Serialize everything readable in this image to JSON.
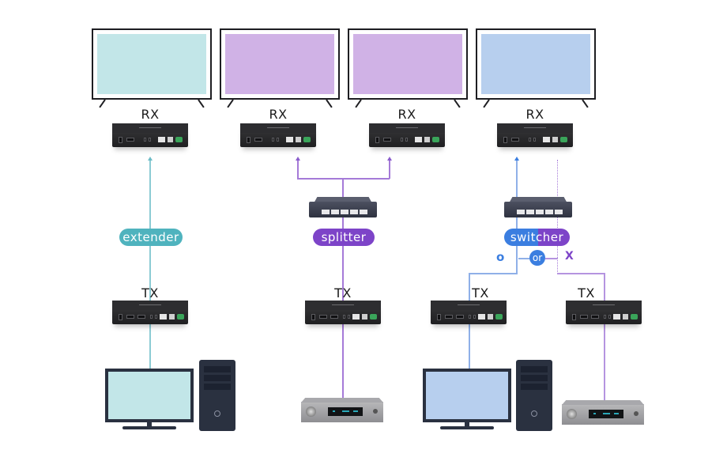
{
  "colors": {
    "extender": "#4fb3be",
    "splitter": "#7d44c8",
    "switcher_left": "#3b7ee0",
    "switcher_right": "#7d44c8",
    "extender_line": "#8ccbd4",
    "splitter_line": "#a57ad8",
    "switcher_line_left": "#8fb0e8",
    "switcher_line_right": "#b594e0",
    "screen_teal": "#c2e6e8",
    "screen_purple": "#d0b2e6",
    "screen_blue": "#b7cfee"
  },
  "displays": [
    {
      "name": "tv-1",
      "screen": "teal",
      "receiver_label": "RX"
    },
    {
      "name": "tv-2",
      "screen": "purple",
      "receiver_label": "RX"
    },
    {
      "name": "tv-3",
      "screen": "purple",
      "receiver_label": "RX"
    },
    {
      "name": "tv-4",
      "screen": "blue",
      "receiver_label": "RX"
    }
  ],
  "modes": {
    "extender": {
      "label": "extender"
    },
    "splitter": {
      "label": "splitter"
    },
    "switcher": {
      "label_left": "swit",
      "label_right": "cher",
      "option_on": "o",
      "or_label": "or",
      "option_off": "X"
    }
  },
  "transmitters": [
    {
      "label": "TX",
      "source": "computer"
    },
    {
      "label": "TX",
      "source": "av-receiver"
    },
    {
      "label": "TX",
      "source": "computer"
    },
    {
      "label": "TX",
      "source": "av-receiver"
    }
  ]
}
